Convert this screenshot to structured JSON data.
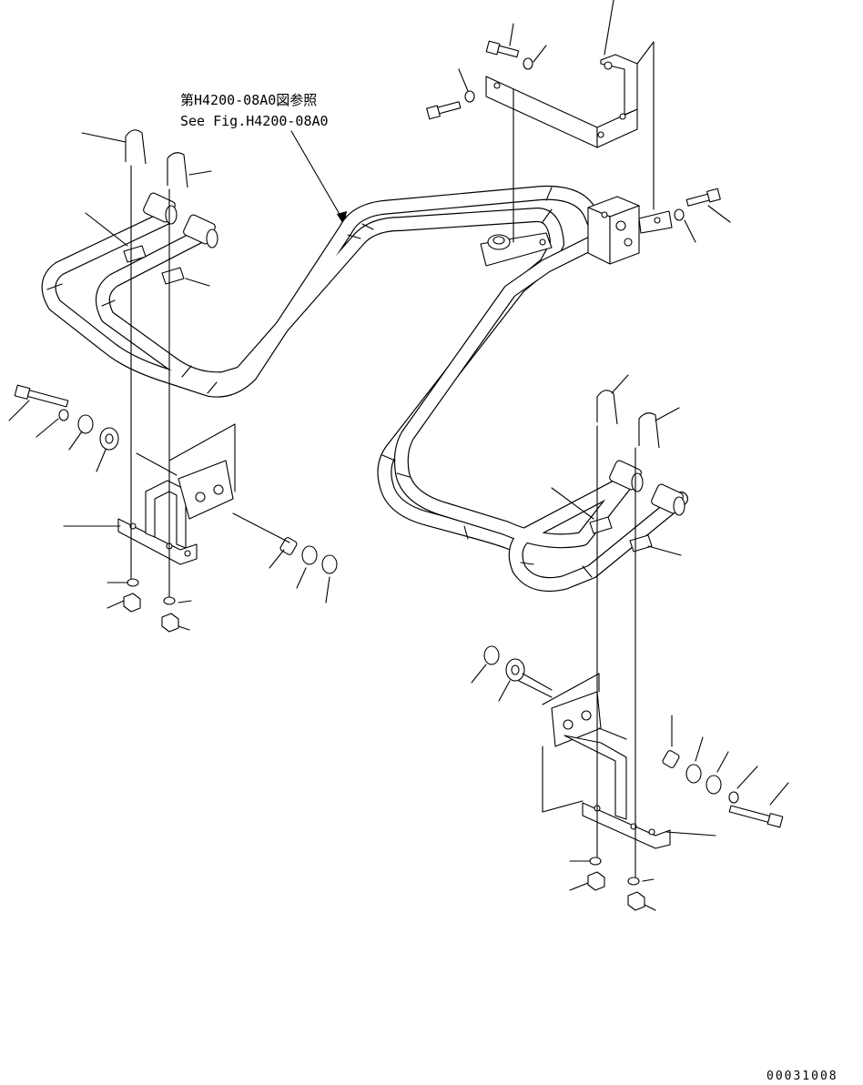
{
  "reference_note": {
    "line_jp": "第H4200-08A0図参照",
    "line_en": "See Fig.H4200-08A0"
  },
  "drawing_code": "00031008",
  "icons": {
    "pipe": "tube-assembly",
    "bracket": "mounting-bracket",
    "u_bolt": "u-bolt",
    "clamp": "clip",
    "bolt": "bolt",
    "washer": "washer",
    "nut": "nut",
    "spacer": "collar",
    "block": "junction-block"
  },
  "colors": {
    "line": "#000000",
    "background": "#ffffff"
  }
}
